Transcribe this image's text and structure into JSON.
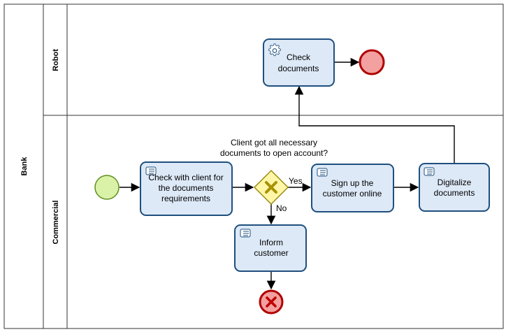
{
  "pool": {
    "label": "Bank"
  },
  "lanes": [
    {
      "id": "robot",
      "label": "Robot"
    },
    {
      "id": "commercial",
      "label": "Commercial"
    }
  ],
  "tasks": {
    "check_client": {
      "lines": [
        "Check with client for",
        "the documents",
        "requirements"
      ],
      "icon": "manual-task-icon"
    },
    "sign_up": {
      "lines": [
        "Sign up the",
        "customer online"
      ],
      "icon": "manual-task-icon"
    },
    "digitalize": {
      "lines": [
        "Digitalize",
        "documents"
      ],
      "icon": "manual-task-icon"
    },
    "inform": {
      "lines": [
        "Inform",
        "customer"
      ],
      "icon": "manual-task-icon"
    },
    "check_docs": {
      "lines": [
        "Check",
        "documents"
      ],
      "icon": "service-task-gear-icon"
    }
  },
  "gateway": {
    "question_lines": [
      "Client got all necessary",
      "documents to open account?"
    ],
    "yes_label": "Yes",
    "no_label": "No"
  },
  "colors": {
    "task_fill": "#dde9f7",
    "task_stroke": "#1f4f7e",
    "start_fill": "#d9f2a8",
    "start_stroke": "#5f8f1e",
    "end_fill": "#f2a0a0",
    "end_stroke": "#b00000",
    "gateway_fill": "#fff6a8",
    "gateway_stroke": "#9a8a10",
    "gateway_x": "#a89200",
    "error_x": "#c00000"
  }
}
